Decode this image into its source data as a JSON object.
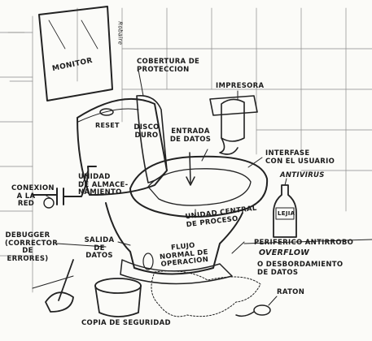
{
  "labels": {
    "monitor": "MONITOR",
    "signature": "Robaire",
    "cobertura": "COBERTURA DE\nPROTECCION",
    "impresora": "IMPRESORA",
    "reset": "RESET",
    "disco_duro": "DISCO\nDURO",
    "entrada": "ENTRADA\nDE DATOS",
    "interfase": "INTERFASE\nCON EL USUARIO",
    "antivirus": "ANTIVIRUS",
    "lejia": "LEJIA",
    "unidad_almacenamiento": "UNIDAD\nDE ALMACE-\nNAMIENTO",
    "conexion_red": "CONEXION\nA LA\nRED",
    "unidad_central": "UNIDAD CENTRAL\nDE PROCESO",
    "debugger": "DEBUGGER\n(CORRECTOR\nDE\nERRORES)",
    "salida": "SALIDA\nDE DATOS",
    "flujo": "FLUJO\nNORMAL DE\nOPERACION",
    "periferico": "PERIFERICO ANTIRROBO",
    "overflow": "OVERFLOW",
    "desbordamiento": "O DESBORDAMIENTO\nDE DATOS",
    "raton": "RATON",
    "copia": "COPIA DE SEGURIDAD"
  }
}
